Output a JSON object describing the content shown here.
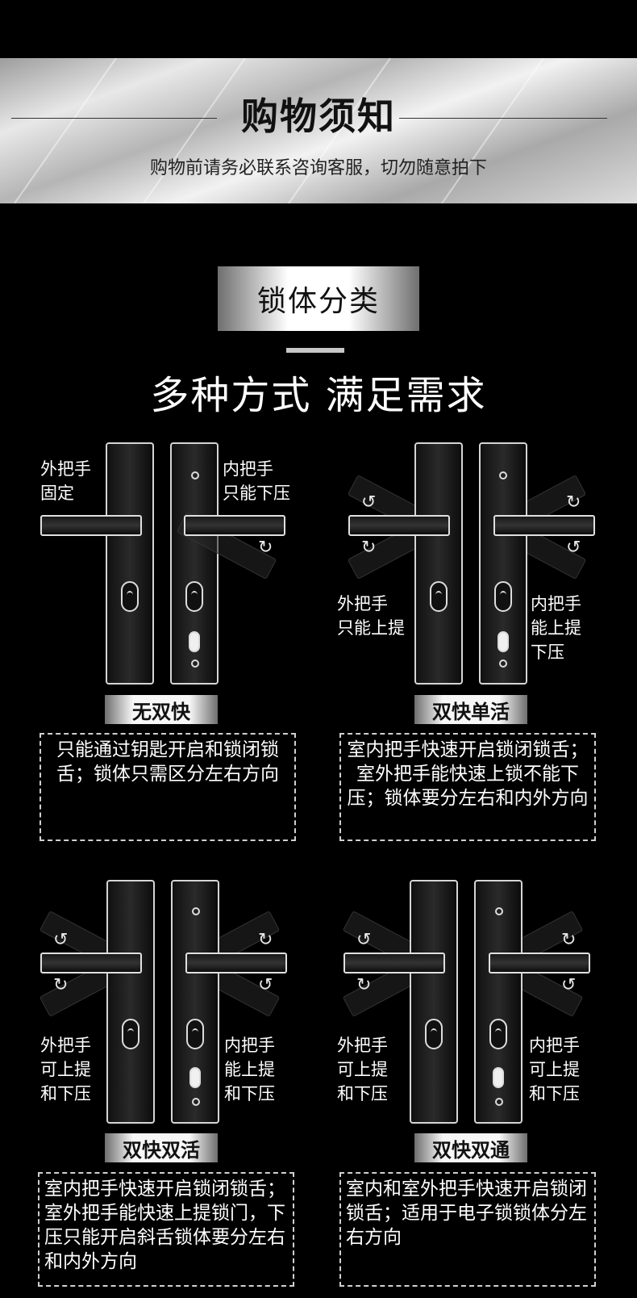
{
  "banner": {
    "title": "购物须知",
    "subtitle": "购物前请务必联系咨询客服，切勿随意拍下"
  },
  "section": {
    "badge": "锁体分类",
    "headline": "多种方式 满足需求"
  },
  "locks": [
    {
      "outer_label": "外把手\n固定",
      "inner_label": "内把手\n只能下压",
      "type": "无双快",
      "description": "只能通过钥匙开启和锁闭锁舌；锁体只需区分左右方向"
    },
    {
      "outer_label": "外把手\n只能上提",
      "inner_label": "内把手\n能上提\n下压",
      "type": "双快单活",
      "description": "室内把手快速开启锁闭锁舌；室外把手能快速上锁不能下压；锁体要分左右和内外方向"
    },
    {
      "outer_label": "外把手\n可上提\n和下压",
      "inner_label": "内把手\n能上提\n和下压",
      "type": "双快双活",
      "description": "室内把手快速开启锁闭锁舌；室外把手能快速上提锁门，下压只能开启斜舌锁体要分左右和内外方向"
    },
    {
      "outer_label": "外把手\n可上提\n和下压",
      "inner_label": "内把手\n可上提\n和下压",
      "type": "双快双通",
      "description": "室内和室外把手快速开启锁闭锁舌；适用于电子锁锁体分左右方向"
    }
  ],
  "icons": {
    "rotate_up": "arrow-rotate-up-icon",
    "rotate_down": "arrow-rotate-down-icon"
  },
  "colors": {
    "background": "#000000",
    "badge_light": "#f7f7f7",
    "badge_dark": "#6f6f6f",
    "text": "#ffffff"
  }
}
